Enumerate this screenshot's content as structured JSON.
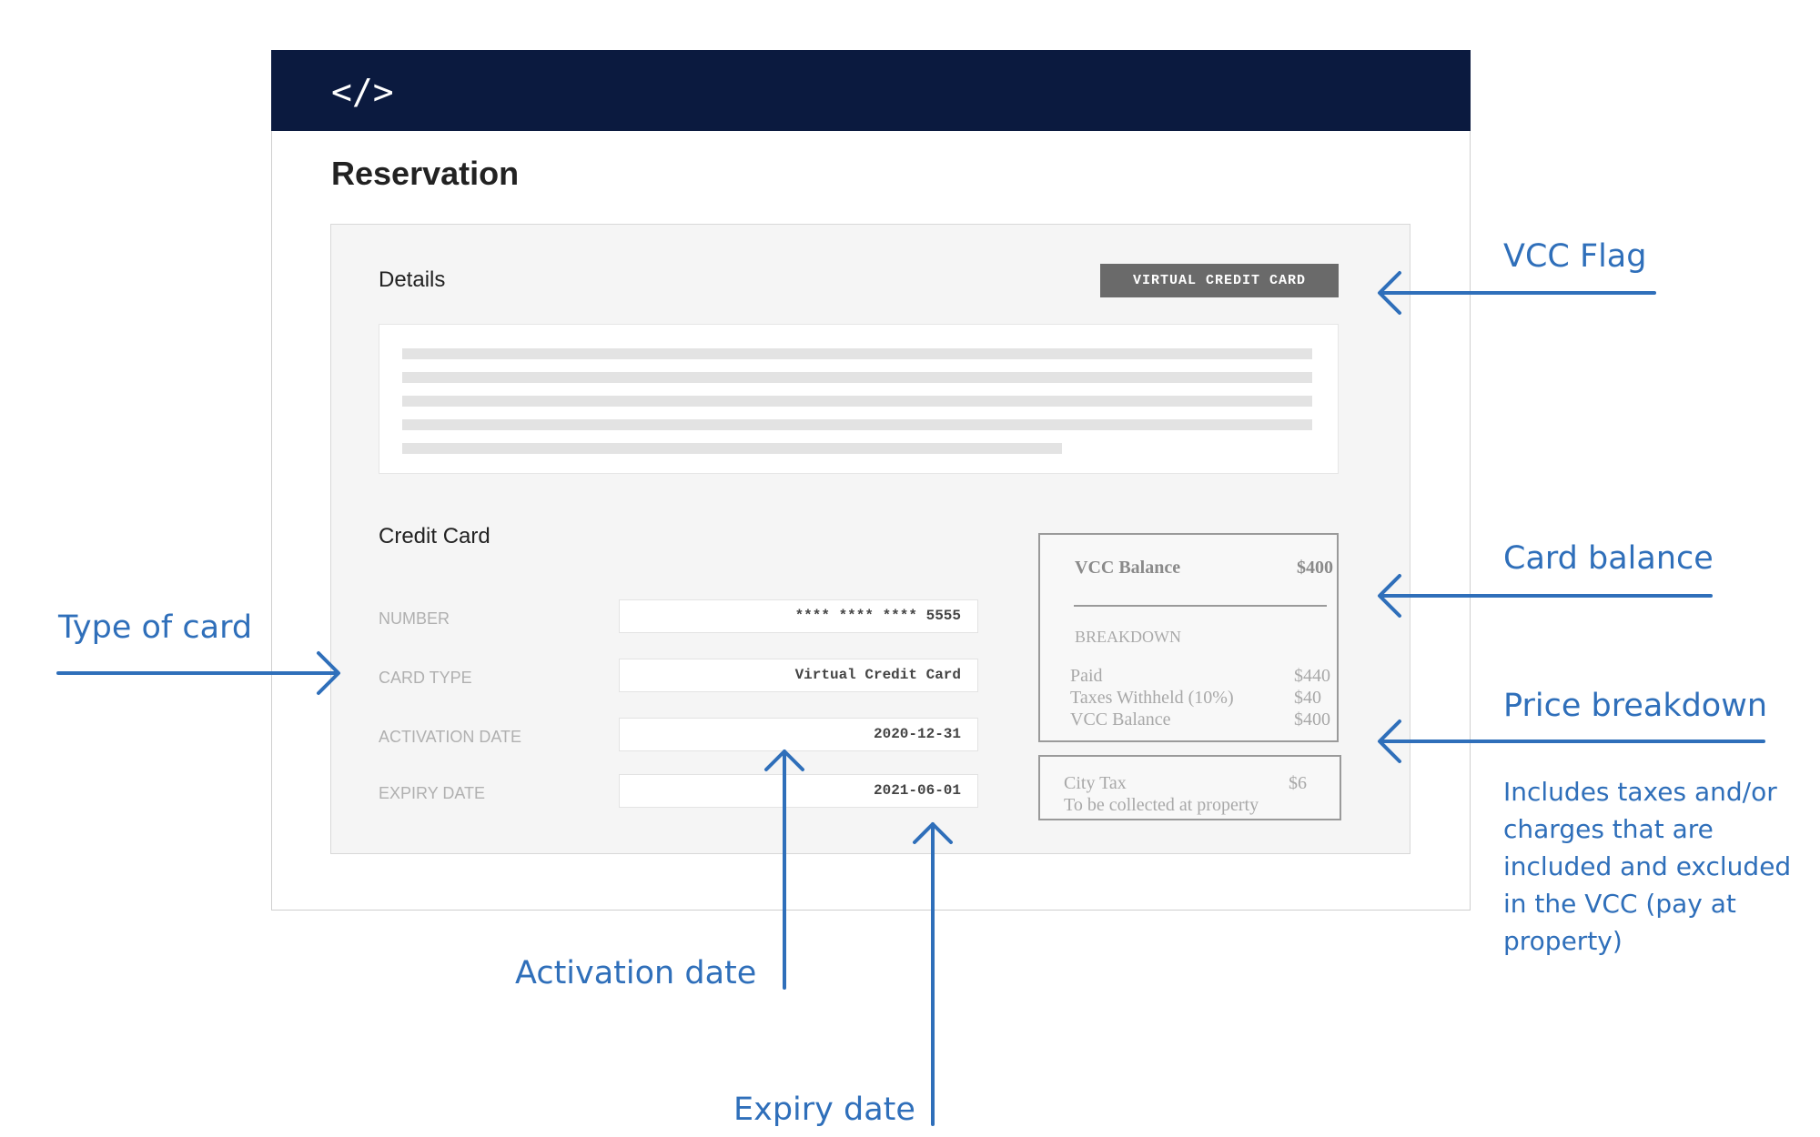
{
  "app": {
    "title": "Reservation",
    "code_icon": "</>"
  },
  "details": {
    "heading": "Details",
    "vcc_flag": "VIRTUAL CREDIT CARD"
  },
  "credit_card": {
    "heading": "Credit Card",
    "fields": [
      {
        "label": "NUMBER",
        "value": "**** **** **** 5555"
      },
      {
        "label": "CARD TYPE",
        "value": "Virtual Credit Card"
      },
      {
        "label": "ACTIVATION DATE",
        "value": "2020-12-31"
      },
      {
        "label": "EXPIRY DATE",
        "value": "2021-06-01"
      }
    ]
  },
  "balance": {
    "label": "VCC Balance",
    "amount": "$400",
    "breakdown_heading": "BREAKDOWN",
    "rows": [
      {
        "label": "Paid",
        "amount": "$440"
      },
      {
        "label": "Taxes Withheld (10%)",
        "amount": "$40"
      },
      {
        "label": "VCC Balance",
        "amount": "$400"
      }
    ]
  },
  "city_tax": {
    "label": "City Tax",
    "amount": "$6",
    "note": "To be collected at property"
  },
  "annotations": {
    "vcc_flag": "VCC Flag",
    "card_balance": "Card balance",
    "type_of_card": "Type of card",
    "price_breakdown": "Price breakdown",
    "price_breakdown_note": "Includes taxes and/or charges that are included and excluded in the VCC (pay at property)",
    "activation_date": "Activation date",
    "expiry_date": "Expiry date"
  },
  "colors": {
    "header": "#0b1a3f",
    "annotation": "#2f6fba",
    "flag": "#6a6a6a"
  }
}
